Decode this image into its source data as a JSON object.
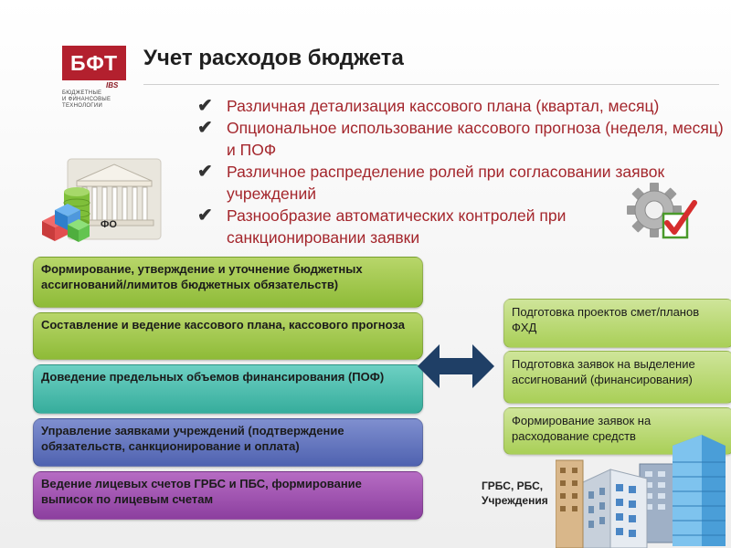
{
  "logo": {
    "brand": "БФТ",
    "sub_brand": "IBS",
    "tagline_lines": [
      "БЮДЖЕТНЫЕ",
      "И ФИНАНСОВЫЕ",
      "ТЕХНОЛОГИИ"
    ]
  },
  "title": "Учет расходов бюджета",
  "bullets": [
    "Различная детализация кассового плана (квартал, месяц)",
    "Опциональное использование кассового прогноза (неделя, месяц) и ПОФ",
    "Различное распределение ролей при согласовании заявок учреждений",
    "Разнообразие автоматических контролей при санкционировании заявки"
  ],
  "fo_label": "ФО",
  "left_processes": [
    "Формирование, утверждение и уточнение бюджетных ассигнований/лимитов бюджетных обязательств)",
    "Составление и ведение кассового плана, кассового прогноза",
    "Доведение предельных объемов финансирования (ПОФ)",
    "Управление заявками учреждений (подтверждение обязательств, санкционирование и оплата)",
    "Ведение лицевых счетов ГРБС и ПБС, формирование выписок по лицевым счетам"
  ],
  "right_processes": [
    "Подготовка проектов смет/планов ФХД",
    "Подготовка заявок на выделение ассигнований (финансирования)",
    "Формирование заявок на расходование средств"
  ],
  "grbs_label_lines": [
    "ГРБС, РБС,",
    "Учреждения"
  ],
  "icons": {
    "bullet": "check-icon",
    "fo": "government-building-icon",
    "gear": "gear-checkmark-icon",
    "arrow": "double-arrow-icon",
    "city": "office-buildings-icon"
  },
  "colors": {
    "brand_red": "#b3202e",
    "bullet_text": "#a4262c",
    "green": "#8ebb37",
    "teal": "#36ad9c",
    "blue": "#4f62b0",
    "purple": "#8c3f9f",
    "arrow": "#1f3f66"
  }
}
